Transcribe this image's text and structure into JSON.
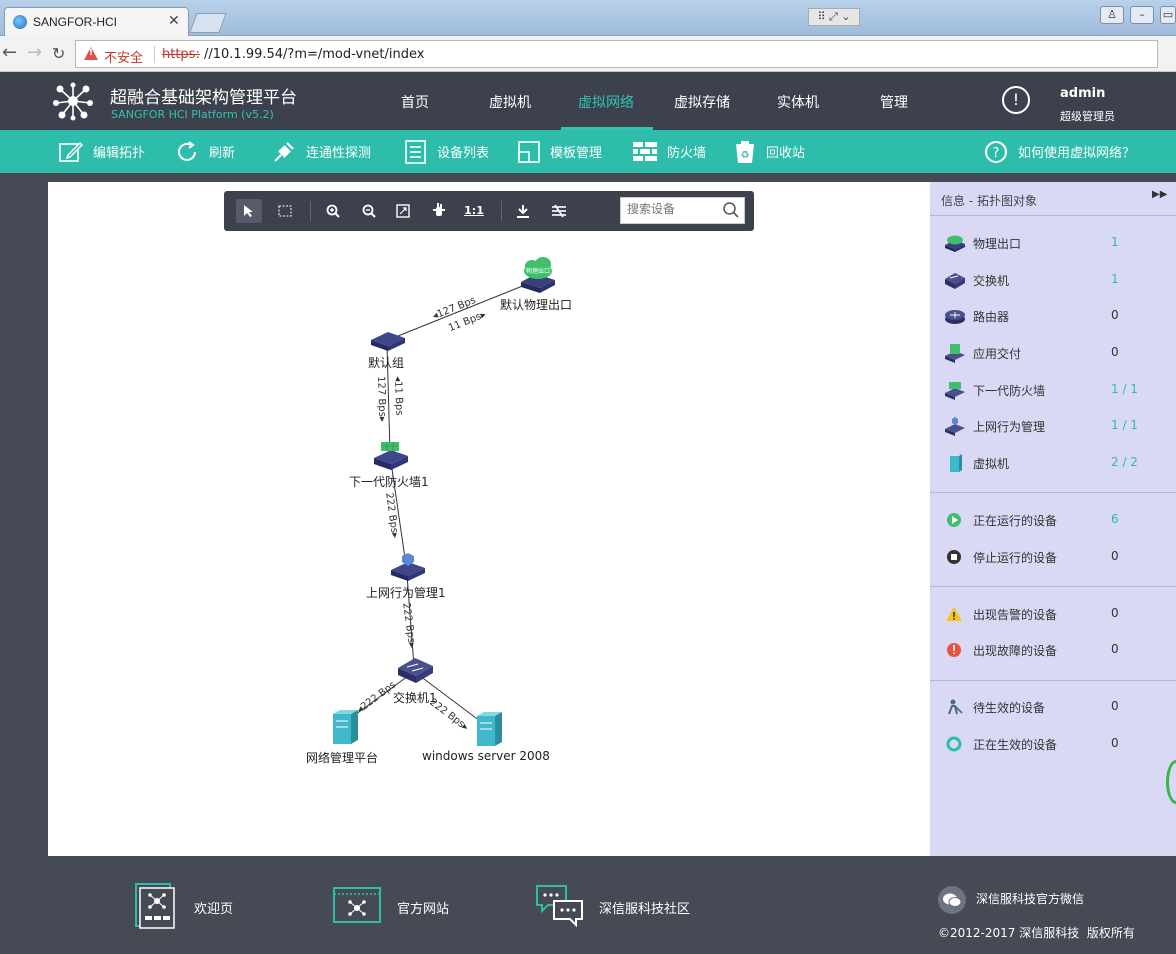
{
  "browser": {
    "tab_title": "SANGFOR-HCI",
    "tab_close": "✕",
    "insecure_label": "不安全",
    "url_protocol": "https:",
    "url_rest": "//10.1.99.54/?m=/mod-vnet/index"
  },
  "app": {
    "title": "超融合基础架构管理平台",
    "subtitle": "SANGFOR HCI Platform (v5.2)",
    "nav": [
      "首页",
      "虚拟机",
      "虚拟网络",
      "虚拟存储",
      "实体机",
      "管理"
    ],
    "active_nav": "虚拟网络",
    "user_name": "admin",
    "user_role": "超级管理员"
  },
  "toolbar": {
    "edit": "编辑拓扑",
    "refresh": "刷新",
    "probe": "连通性探测",
    "devices": "设备列表",
    "templates": "模板管理",
    "firewall": "防火墙",
    "recycle": "回收站",
    "help": "如何使用虚拟网络？"
  },
  "floatbar": {
    "fit_label": "1:1",
    "search_placeholder": "搜索设备"
  },
  "topology": {
    "nodes": {
      "gateway": "默认物理出口",
      "group": "默认组",
      "ngfw": "下一代防火墙1",
      "ac": "上网行为管理1",
      "switch": "交换机1",
      "vm1": "网络管理平台",
      "vm2": "windows server 2008",
      "gateway_badge": "物理出口"
    },
    "edges": {
      "e1a": "127 Bps",
      "e1b": "11 Bps",
      "e2a": "127 Bps",
      "e2b": "11 Bps",
      "e3": "222 Bps",
      "e4": "222 Bps",
      "e5": "222 Bps",
      "e6": "222 Bps"
    }
  },
  "panel": {
    "title": "信息 - 拓扑图对象",
    "objects": [
      {
        "label": "物理出口",
        "value": "1"
      },
      {
        "label": "交换机",
        "value": "1"
      },
      {
        "label": "路由器",
        "value": "0"
      },
      {
        "label": "应用交付",
        "value": "0"
      },
      {
        "label": "下一代防火墙",
        "value": "1 / 1"
      },
      {
        "label": "上网行为管理",
        "value": "1 / 1"
      },
      {
        "label": "虚拟机",
        "value": "2 / 2"
      }
    ],
    "status": [
      {
        "label": "正在运行的设备",
        "value": "6"
      },
      {
        "label": "停止运行的设备",
        "value": "0"
      }
    ],
    "alerts": [
      {
        "label": "出现告警的设备",
        "value": "0"
      },
      {
        "label": "出现故障的设备",
        "value": "0"
      }
    ],
    "pending": [
      {
        "label": "待生效的设备",
        "value": "0"
      },
      {
        "label": "正在生效的设备",
        "value": "0"
      }
    ]
  },
  "footer": {
    "welcome": "欢迎页",
    "official": "官方网站",
    "community": "深信服科技社区",
    "wechat": "深信服科技官方微信",
    "copyright": "©2012-2017 深信服科技  版权所有"
  },
  "colors": {
    "teal": "#2ebdab",
    "header": "#3d414d",
    "panel": "#d9d9f5"
  }
}
